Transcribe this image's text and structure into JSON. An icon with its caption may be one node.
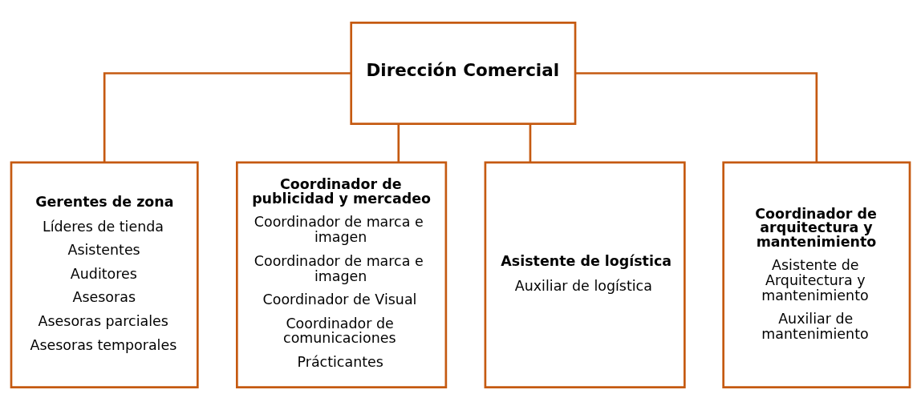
{
  "diagram": {
    "nodes": [
      {
        "text": [
          "Dirección Comercial"
        ]
      },
      {
        "text": [
          "Gerentes de zona",
          "Líderes de tienda",
          "Asistentes",
          "Auditores",
          "Asesoras",
          "Asesoras parciales",
          "Asesoras temporales"
        ]
      },
      {
        "text": [
          "Coordinador de publicidad y mercadeo",
          "Coordinador de marca e imagen",
          "Coordinador de marca e imagen",
          "Coordinador de Visual",
          "Coordinador de comunicaciones",
          "Prácticantes"
        ]
      },
      {
        "text": [
          "Asistente de logística",
          "Auxiliar de logística"
        ]
      },
      {
        "text": [
          "Coordinador de arquitectura y mantenimiento",
          "Asistente de Arquitectura y mantenimiento",
          "Auxiliar de mantenimiento"
        ]
      }
    ],
    "edges": [
      {
        "from": 0,
        "to": 1,
        "arrow": "none"
      },
      {
        "from": 0,
        "to": 2,
        "arrow": "none"
      },
      {
        "from": 0,
        "to": 3,
        "arrow": "none"
      },
      {
        "from": 0,
        "to": 4,
        "arrow": "none"
      }
    ]
  }
}
